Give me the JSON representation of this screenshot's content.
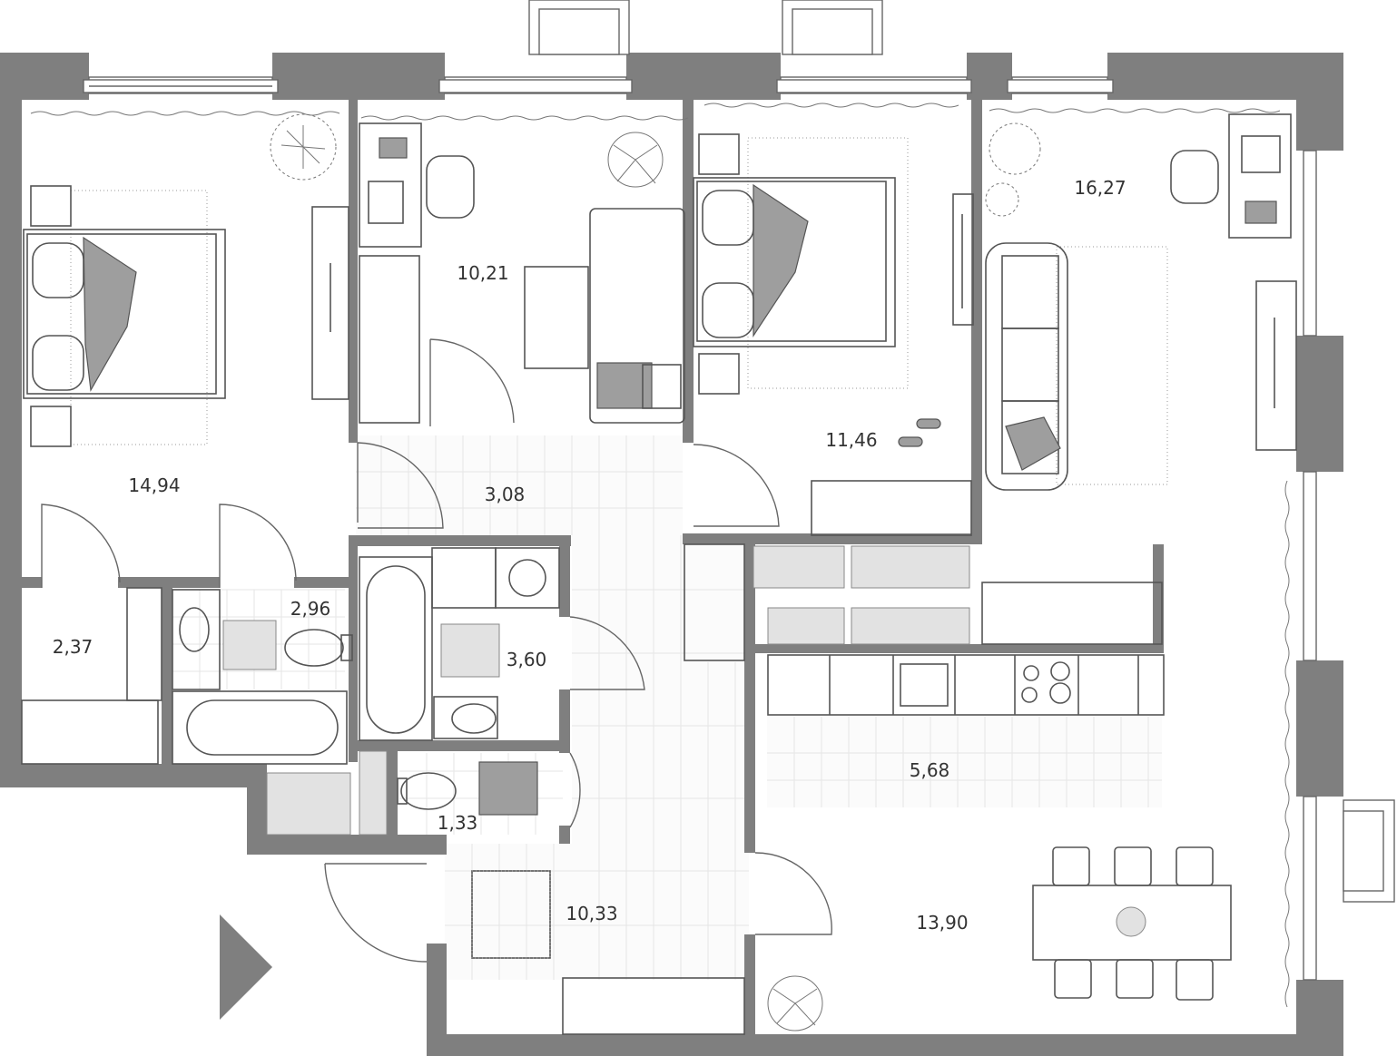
{
  "rooms": [
    {
      "id": "bedroom-1",
      "area": "14,94"
    },
    {
      "id": "bedroom-2",
      "area": "10,21"
    },
    {
      "id": "bedroom-3",
      "area": "11,46"
    },
    {
      "id": "living-room",
      "area": "16,27"
    },
    {
      "id": "hall",
      "area": "3,08"
    },
    {
      "id": "closet",
      "area": "2,37"
    },
    {
      "id": "bathroom-1",
      "area": "2,96"
    },
    {
      "id": "bathroom-2",
      "area": "3,60"
    },
    {
      "id": "toilet",
      "area": "1,33"
    },
    {
      "id": "entrance-hall",
      "area": "10,33"
    },
    {
      "id": "kitchen",
      "area": "5,68"
    },
    {
      "id": "dining-room",
      "area": "13,90"
    }
  ],
  "colors": {
    "wall": "#7f7f7f",
    "label": "#333333",
    "furniture_fill": "#9e9e9e",
    "tile_line": "#e6e6e6"
  },
  "icons": [
    "entrance-arrow-icon",
    "plant-icon",
    "bed-icon",
    "sofa-icon",
    "bathtub-icon",
    "toilet-icon",
    "sink-icon",
    "stove-icon",
    "desk-icon",
    "chair-icon",
    "dining-table-icon"
  ]
}
